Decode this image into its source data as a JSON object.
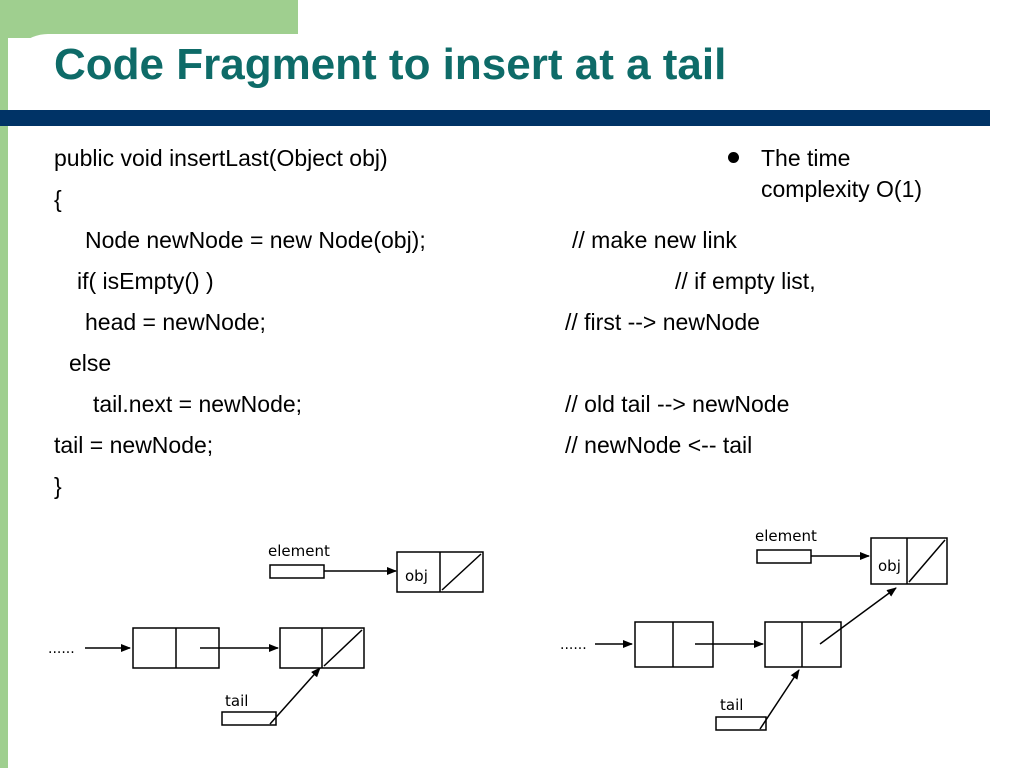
{
  "title": "Code Fragment to insert at a tail",
  "code": {
    "line1": "public void insertLast(Object obj)",
    "line2": "{",
    "line3": "Node newNode = new Node(obj);",
    "line3_comment": "// make new link",
    "line4": "if( isEmpty() )",
    "line4_comment": "// if empty list,",
    "line5": "head = newNode;",
    "line5_comment": "// first --> newNode",
    "line6": "else",
    "line7": "tail.next = newNode;",
    "line7_comment": "// old tail --> newNode",
    "line8": "tail = newNode;",
    "line8_comment": "// newNode <-- tail",
    "line9": "}"
  },
  "bullet": {
    "line1": "The time",
    "line2": "complexity O(1)"
  },
  "diagram_left": {
    "element_label": "element",
    "obj_label": "obj",
    "tail_label": "tail",
    "dots": "......"
  },
  "diagram_right": {
    "element_label": "element",
    "obj_label": "obj",
    "tail_label": "tail",
    "dots": "......"
  },
  "colors": {
    "title": "#0e6b68",
    "rule": "#003366",
    "accent_green": "#9fcf8f"
  }
}
